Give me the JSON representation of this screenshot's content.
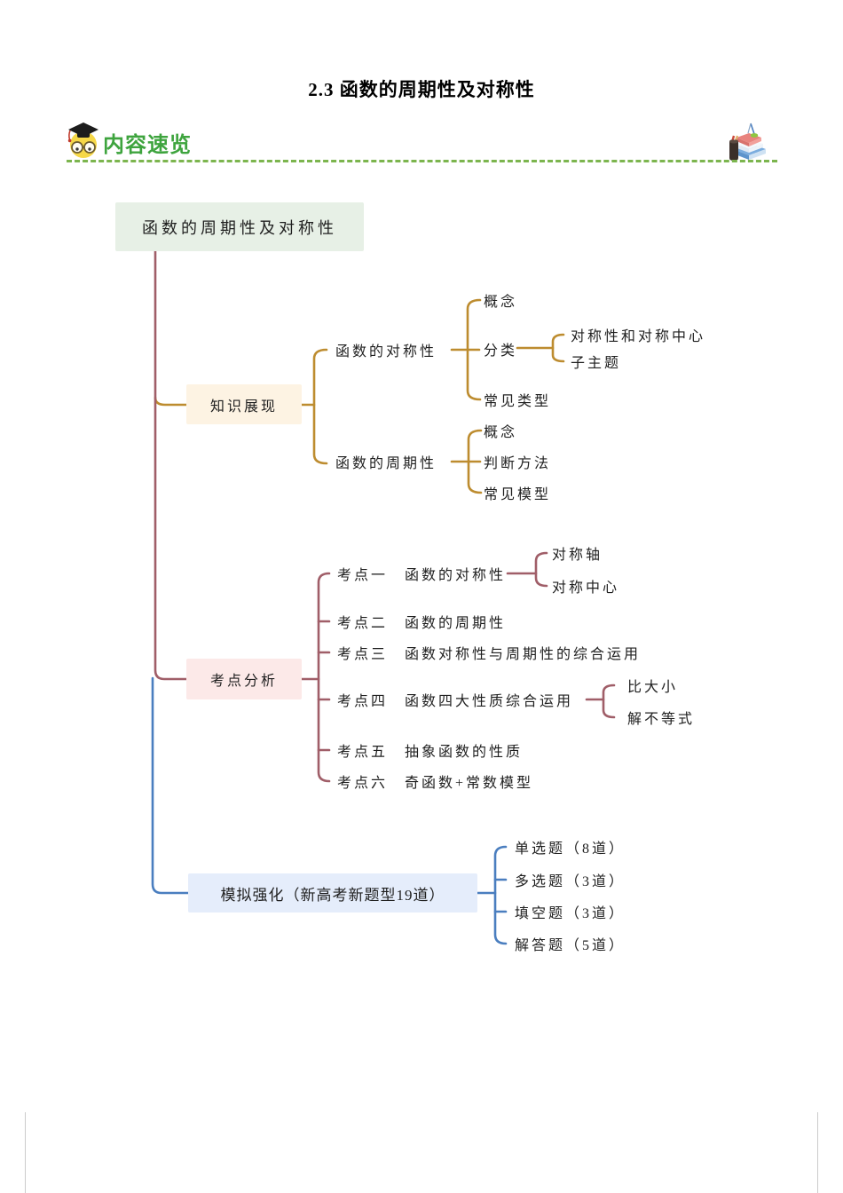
{
  "page": {
    "title": "2.3 函数的周期性及对称性"
  },
  "header": {
    "label": "内容速览",
    "owl_icon": "owl-graduate-icon",
    "books_icon": "books-icon"
  },
  "mindmap": {
    "colors": {
      "branch_gold": "#bd8c2f",
      "branch_maroon": "#a05e68",
      "branch_blue": "#4a7ebf",
      "root_bg": "#e7f0e6",
      "knowledge_bg": "#fdf3e3",
      "exam_bg": "#fce9e8",
      "practice_bg": "#e5edfb",
      "header_green": "#3ea43e",
      "divider_green": "#7cb54e"
    },
    "root": {
      "label": "函数的周期性及对称性"
    },
    "branches": [
      {
        "label": "知识展现",
        "children": [
          {
            "label": "函数的对称性",
            "children": [
              {
                "label": "概念"
              },
              {
                "label": "分类",
                "children": [
                  {
                    "label": "对称性和对称中心"
                  },
                  {
                    "label": "子主题"
                  }
                ]
              },
              {
                "label": "常见类型"
              }
            ]
          },
          {
            "label": "函数的周期性",
            "children": [
              {
                "label": "概念"
              },
              {
                "label": "判断方法"
              },
              {
                "label": "常见模型"
              }
            ]
          }
        ]
      },
      {
        "label": "考点分析",
        "children": [
          {
            "label": "考点一　函数的对称性",
            "children": [
              {
                "label": "对称轴"
              },
              {
                "label": "对称中心"
              }
            ]
          },
          {
            "label": "考点二　函数的周期性"
          },
          {
            "label": "考点三　函数对称性与周期性的综合运用"
          },
          {
            "label": "考点四　函数四大性质综合运用",
            "children": [
              {
                "label": "比大小"
              },
              {
                "label": "解不等式"
              }
            ]
          },
          {
            "label": "考点五　抽象函数的性质"
          },
          {
            "label": "考点六　奇函数+常数模型"
          }
        ]
      },
      {
        "label": "模拟强化（新高考新题型19道）",
        "children": [
          {
            "label": "单选题（8道）"
          },
          {
            "label": "多选题（3道）"
          },
          {
            "label": "填空题（3道）"
          },
          {
            "label": "解答题（5道）"
          }
        ]
      }
    ]
  }
}
